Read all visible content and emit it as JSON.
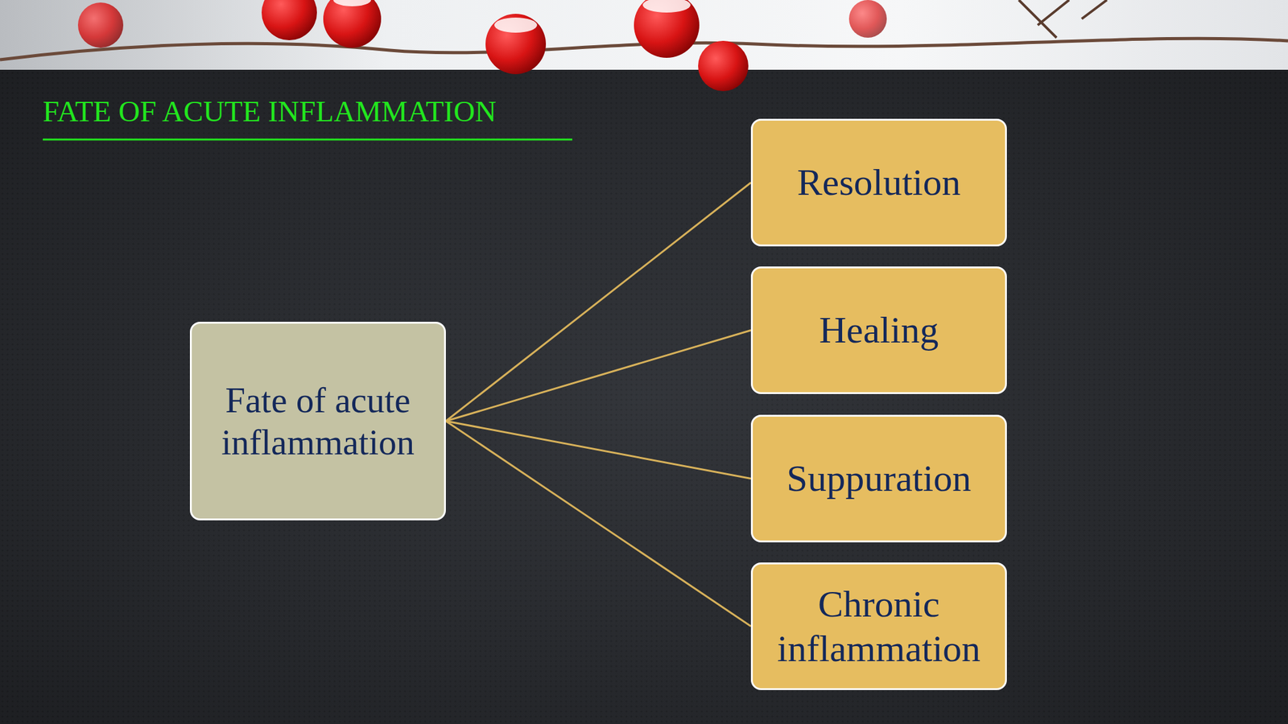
{
  "diagram": {
    "title": "FATE OF ACUTE INFLAMMATION",
    "nodes": [
      {
        "text": [
          "Fate of acute inflammation"
        ]
      },
      {
        "text": [
          "Resolution"
        ]
      },
      {
        "text": [
          "Healing"
        ]
      },
      {
        "text": [
          "Suppuration"
        ]
      },
      {
        "text": [
          "Chronic inflammation"
        ]
      }
    ],
    "edges": [
      {
        "from": 0,
        "to": 1,
        "arrow": "none"
      },
      {
        "from": 0,
        "to": 2,
        "arrow": "none"
      },
      {
        "from": 0,
        "to": 3,
        "arrow": "none"
      },
      {
        "from": 0,
        "to": 4,
        "arrow": "none"
      }
    ]
  }
}
